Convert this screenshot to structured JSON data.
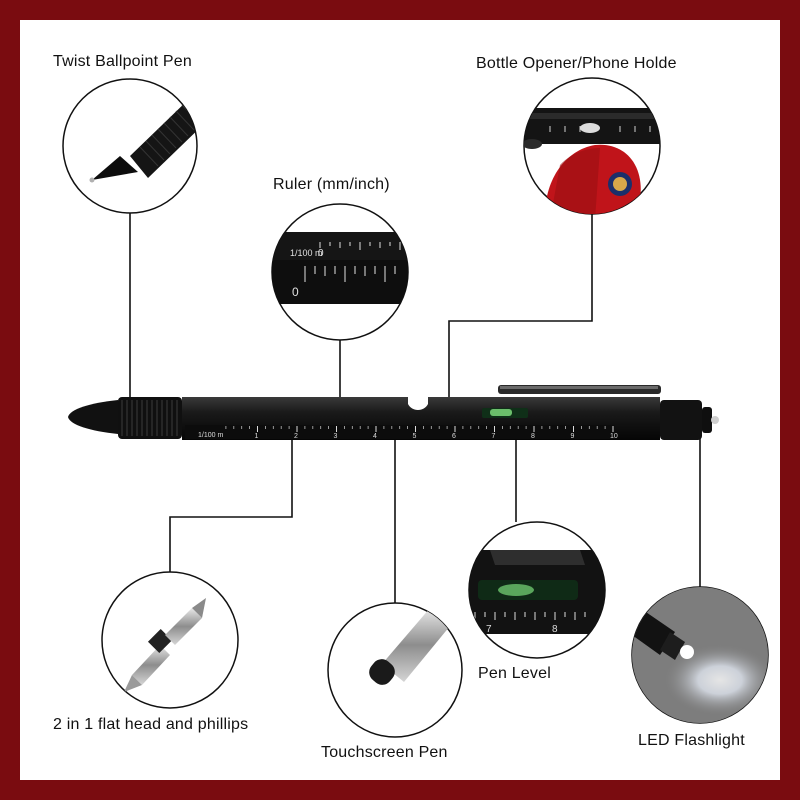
{
  "colors": {
    "border": "#7a0c10",
    "background": "#ffffff",
    "pen_body": "#141414",
    "ruler_text": "#dddddd",
    "callout_line": "#111111"
  },
  "features": [
    {
      "id": "twist-ballpoint-pen",
      "label": "Twist Ballpoint Pen"
    },
    {
      "id": "bottle-opener",
      "label": "Bottle Opener/Phone Holde"
    },
    {
      "id": "ruler",
      "label": "Ruler (mm/inch)"
    },
    {
      "id": "screwdriver",
      "label": "2 in 1 flat head and phillips"
    },
    {
      "id": "touchscreen-pen",
      "label": "Touchscreen Pen"
    },
    {
      "id": "pen-level",
      "label": "Pen Level"
    },
    {
      "id": "led-flashlight",
      "label": "LED Flashlight"
    }
  ],
  "pen_ruler": {
    "unit_label": "1/100 m",
    "ticks": [
      "1",
      "2",
      "3",
      "4",
      "5",
      "6",
      "7",
      "8",
      "9",
      "10"
    ]
  },
  "ruler_zoom": {
    "unit_label": "1/100 m",
    "top_zero": "0",
    "bottom_zero": "0"
  },
  "level_zoom": {
    "ticks": [
      "7",
      "8"
    ]
  }
}
